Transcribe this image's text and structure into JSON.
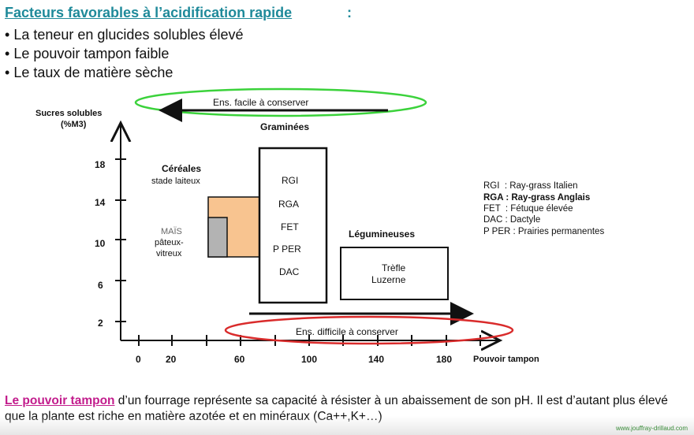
{
  "heading": {
    "title": "Facteurs favorables à l’acidification rapide",
    "colon": ":"
  },
  "bullets": [
    "La teneur en glucides solubles élevé",
    "Le pouvoir tampon faible",
    "Le taux de matière sèche"
  ],
  "diagram": {
    "y_axis_title_1": "Sucres solubles",
    "y_axis_title_2": "(%M3)",
    "y_ticks": [
      "18",
      "14",
      "10",
      "6",
      "2"
    ],
    "x_ticks": [
      "0",
      "20",
      "60",
      "100",
      "140",
      "180"
    ],
    "x_axis_title": "Pouvoir tampon",
    "easy_label": "Ens. facile à conserver",
    "hard_label": "Ens. difficile à conserver",
    "graminees_title": "Graminées",
    "graminees_items": [
      "RGI",
      "RGA",
      "FET",
      "P PER",
      "DAC"
    ],
    "cereales_title": "Céréales",
    "cereales_sub": "stade laiteux",
    "mais_title": "MAÏS",
    "mais_sub_1": "pâteux-",
    "mais_sub_2": "vitreux",
    "legumineuses_title": "Légumineuses",
    "legumineuses_items": [
      "Trèfle",
      "Luzerne"
    ],
    "legend": [
      "RGI  : Ray-grass Italien",
      "RGA : Ray-grass Anglais",
      "FET  : Fétuque élevée",
      "DAC : Dactyle",
      "P PER : Prairies permanentes"
    ],
    "colors": {
      "easy_ellipse": "#3bd23b",
      "hard_ellipse": "#d92b2b",
      "cereales_fill": "#f8c490",
      "mais_fill": "#b3b3b3"
    }
  },
  "footer": {
    "key": "Le pouvoir tampon",
    "text": " d’un fourrage représente sa capacité à résister à un abaissement de son pH. Il est d’autant plus élevé que la plante est riche en matière azotée et en minéraux (Ca++,K+…)"
  },
  "watermark": "www.jouffray-drillaud.com"
}
